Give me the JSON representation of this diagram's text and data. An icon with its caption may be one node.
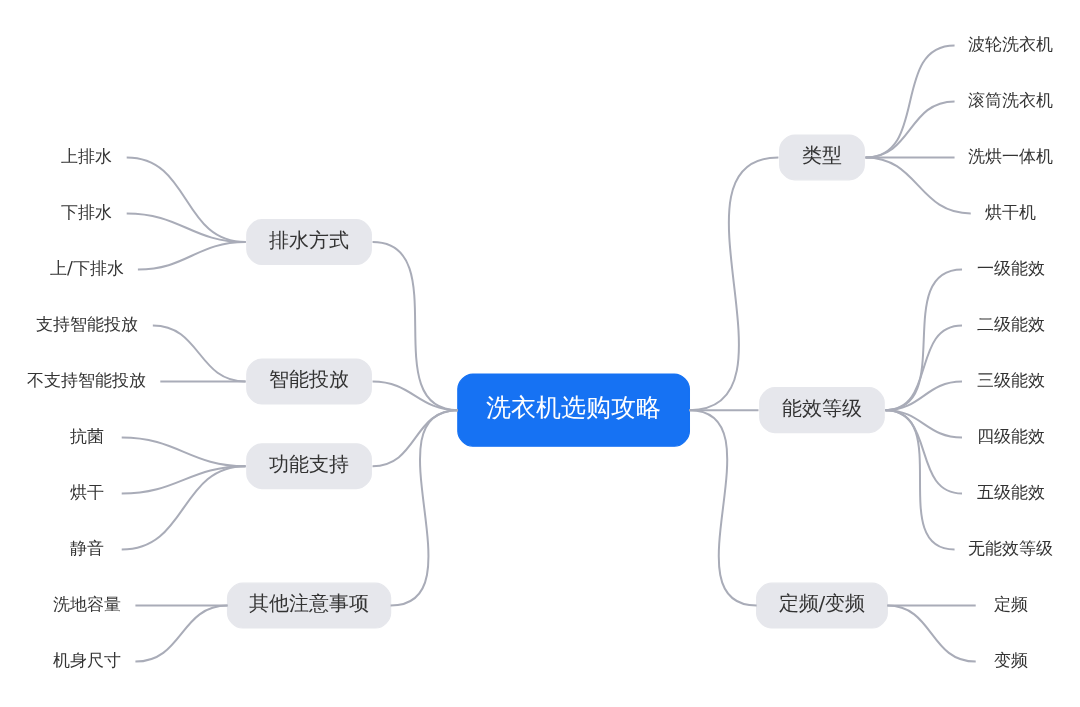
{
  "diagram": {
    "nodes": [
      {
        "text": [
          "洗衣机选购攻略"
        ]
      },
      {
        "text": [
          "排水方式"
        ]
      },
      {
        "text": [
          "上排水"
        ]
      },
      {
        "text": [
          "下排水"
        ]
      },
      {
        "text": [
          "上/下排水"
        ]
      },
      {
        "text": [
          "智能投放"
        ]
      },
      {
        "text": [
          "支持智能投放"
        ]
      },
      {
        "text": [
          "不支持智能投放"
        ]
      },
      {
        "text": [
          "功能支持"
        ]
      },
      {
        "text": [
          "抗菌"
        ]
      },
      {
        "text": [
          "烘干"
        ]
      },
      {
        "text": [
          "静音"
        ]
      },
      {
        "text": [
          "其他注意事项"
        ]
      },
      {
        "text": [
          "洗地容量"
        ]
      },
      {
        "text": [
          "机身尺寸"
        ]
      },
      {
        "text": [
          "类型"
        ]
      },
      {
        "text": [
          "波轮洗衣机"
        ]
      },
      {
        "text": [
          "滚筒洗衣机"
        ]
      },
      {
        "text": [
          "洗烘一体机"
        ]
      },
      {
        "text": [
          "烘干机"
        ]
      },
      {
        "text": [
          "能效等级"
        ]
      },
      {
        "text": [
          "一级能效"
        ]
      },
      {
        "text": [
          "二级能效"
        ]
      },
      {
        "text": [
          "三级能效"
        ]
      },
      {
        "text": [
          "四级能效"
        ]
      },
      {
        "text": [
          "五级能效"
        ]
      },
      {
        "text": [
          "无能效等级"
        ]
      },
      {
        "text": [
          "定频/变频"
        ]
      },
      {
        "text": [
          "定频"
        ]
      },
      {
        "text": [
          "变频"
        ]
      }
    ],
    "edges": [
      {
        "from": 1,
        "to": 0,
        "arrow": "none"
      },
      {
        "from": 2,
        "to": 1,
        "arrow": "none"
      },
      {
        "from": 3,
        "to": 1,
        "arrow": "none"
      },
      {
        "from": 4,
        "to": 1,
        "arrow": "none"
      },
      {
        "from": 5,
        "to": 0,
        "arrow": "none"
      },
      {
        "from": 6,
        "to": 5,
        "arrow": "none"
      },
      {
        "from": 7,
        "to": 5,
        "arrow": "none"
      },
      {
        "from": 8,
        "to": 0,
        "arrow": "none"
      },
      {
        "from": 9,
        "to": 8,
        "arrow": "none"
      },
      {
        "from": 10,
        "to": 8,
        "arrow": "none"
      },
      {
        "from": 11,
        "to": 8,
        "arrow": "none"
      },
      {
        "from": 12,
        "to": 0,
        "arrow": "none"
      },
      {
        "from": 13,
        "to": 12,
        "arrow": "none"
      },
      {
        "from": 14,
        "to": 12,
        "arrow": "none"
      },
      {
        "from": 0,
        "to": 15,
        "arrow": "none"
      },
      {
        "from": 15,
        "to": 16,
        "arrow": "none"
      },
      {
        "from": 15,
        "to": 17,
        "arrow": "none"
      },
      {
        "from": 15,
        "to": 18,
        "arrow": "none"
      },
      {
        "from": 15,
        "to": 19,
        "arrow": "none"
      },
      {
        "from": 0,
        "to": 20,
        "arrow": "none"
      },
      {
        "from": 20,
        "to": 21,
        "arrow": "none"
      },
      {
        "from": 20,
        "to": 22,
        "arrow": "none"
      },
      {
        "from": 20,
        "to": 23,
        "arrow": "none"
      },
      {
        "from": 20,
        "to": 24,
        "arrow": "none"
      },
      {
        "from": 20,
        "to": 25,
        "arrow": "none"
      },
      {
        "from": 20,
        "to": 26,
        "arrow": "none"
      },
      {
        "from": 0,
        "to": 27,
        "arrow": "none"
      },
      {
        "from": 27,
        "to": 28,
        "arrow": "none"
      },
      {
        "from": 27,
        "to": 29,
        "arrow": "none"
      }
    ]
  }
}
